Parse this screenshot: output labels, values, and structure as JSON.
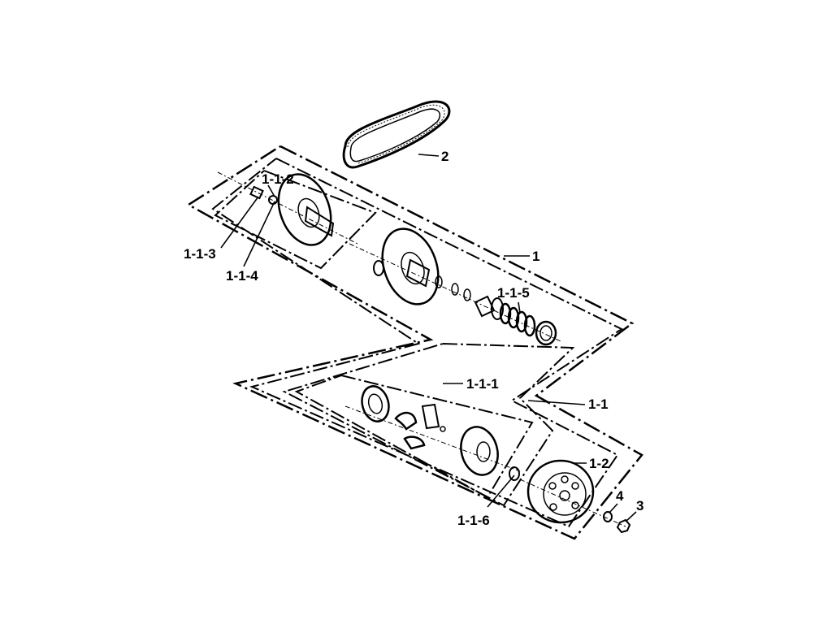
{
  "labels": {
    "p1": "1",
    "p2": "2",
    "p3": "3",
    "p4": "4",
    "p1_1": "1-1",
    "p1_2": "1-2",
    "p1_1_1": "1-1-1",
    "p1_1_2": "1-1-2",
    "p1_1_3": "1-1-3",
    "p1_1_4": "1-1-4",
    "p1_1_5": "1-1-5",
    "p1_1_6": "1-1-6"
  },
  "colors": {
    "ink": "#000000",
    "paper": "#ffffff"
  }
}
